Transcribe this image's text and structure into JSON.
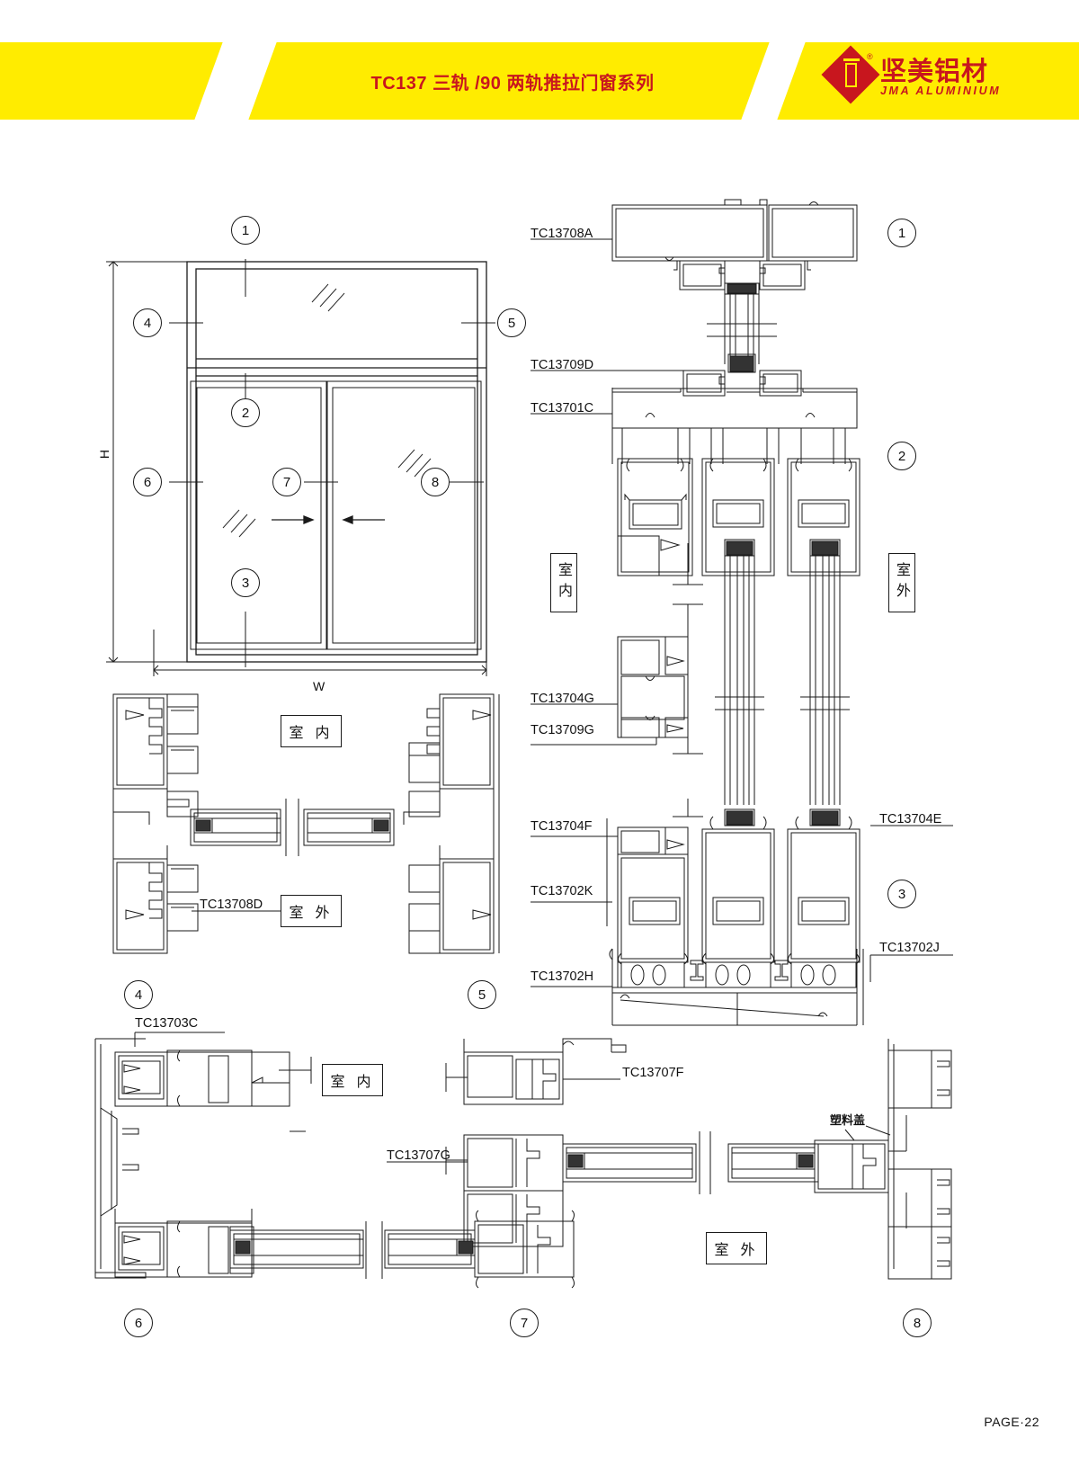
{
  "header": {
    "title": "TC137 三轨 /90 两轨推拉门窗系列",
    "brand_cn": "坚美铝材",
    "brand_en": "JMA ALUMINIUM",
    "registered_mark": "®",
    "banner_color": "#FFEC00",
    "brand_color": "#C8161E"
  },
  "footer": {
    "page_label": "PAGE·22"
  },
  "elevation": {
    "dim_height_label": "H",
    "dim_width_label": "W",
    "markers": [
      "1",
      "4",
      "5",
      "2",
      "6",
      "7",
      "8",
      "3"
    ]
  },
  "labels_cn": {
    "indoor": "室 内",
    "outdoor": "室 外",
    "indoor_vertical": "室内",
    "outdoor_vertical": "室外",
    "plastic_cover": "塑料盖"
  },
  "details": [
    {
      "id": "1",
      "marker": "1",
      "parts": [
        "TC13708A"
      ]
    },
    {
      "id": "2",
      "marker": "2",
      "parts": [
        "TC13709D",
        "TC13701C",
        "TC13704G",
        "TC13709G"
      ]
    },
    {
      "id": "3",
      "marker": "3",
      "parts": [
        "TC13704F",
        "TC13704E",
        "TC13702K",
        "TC13702J",
        "TC13702H"
      ]
    },
    {
      "id": "4",
      "marker": "4",
      "parts": [
        "TC13708D"
      ]
    },
    {
      "id": "5",
      "marker": "5",
      "parts": []
    },
    {
      "id": "6",
      "marker": "6",
      "parts": [
        "TC13703C"
      ]
    },
    {
      "id": "7",
      "marker": "7",
      "parts": [
        "TC13707F",
        "TC13707G"
      ]
    },
    {
      "id": "8",
      "marker": "8",
      "parts": [
        "塑料盖"
      ]
    }
  ],
  "part_numbers": {
    "p_13708A": "TC13708A",
    "p_13709D": "TC13709D",
    "p_13701C": "TC13701C",
    "p_13704G": "TC13704G",
    "p_13709G": "TC13709G",
    "p_13704F": "TC13704F",
    "p_13704E": "TC13704E",
    "p_13702K": "TC13702K",
    "p_13702J": "TC13702J",
    "p_13702H": "TC13702H",
    "p_13708D": "TC13708D",
    "p_13703C": "TC13703C",
    "p_13707F": "TC13707F",
    "p_13707G": "TC13707G"
  },
  "markers": {
    "m1": "1",
    "m2": "2",
    "m3": "3",
    "m4": "4",
    "m5": "5",
    "m6": "6",
    "m7": "7",
    "m8": "8",
    "m1r": "1",
    "m2r": "2",
    "m3r": "3",
    "m4b": "4",
    "m5b": "5",
    "m6b": "6",
    "m7b": "7",
    "m8b": "8"
  }
}
